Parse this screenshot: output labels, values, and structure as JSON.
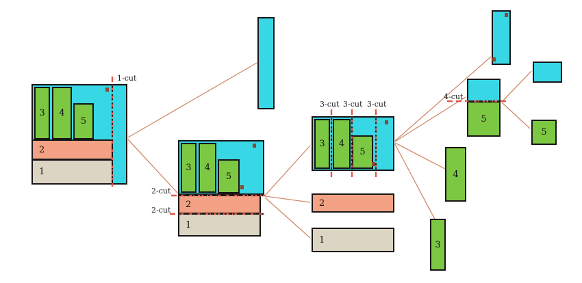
{
  "colors": {
    "cyan": "#38d7e6",
    "green": "#7dc843",
    "salmon": "#f2a184",
    "beige": "#ddd5c4",
    "cut_line": "#e05848",
    "connector": "#cf8a6b",
    "marker": "#8a4a2e"
  },
  "pieces": {
    "p1": "1",
    "p2": "2",
    "p3": "3",
    "p4": "4",
    "p5": "5"
  },
  "cut_labels": {
    "cut1": "1-cut",
    "cut2a": "2-cut",
    "cut2b": "2-cut",
    "cut3a": "3-cut",
    "cut3b": "3-cut",
    "cut3c": "3-cut",
    "cut4": "4-cut"
  }
}
